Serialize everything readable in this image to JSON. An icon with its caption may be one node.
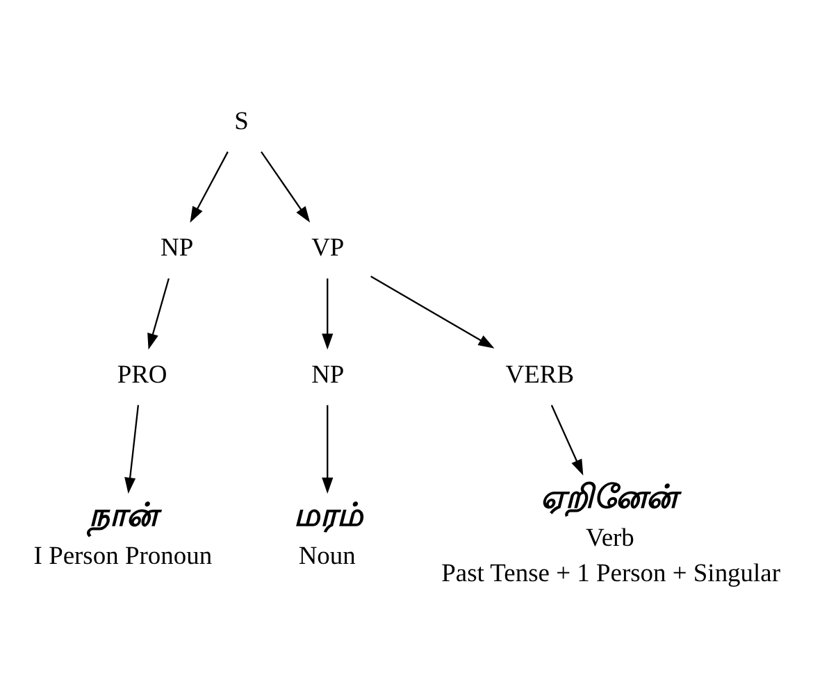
{
  "diagram": {
    "nodes": [
      {
        "text": [
          "S"
        ]
      },
      {
        "text": [
          "NP"
        ]
      },
      {
        "text": [
          "VP"
        ]
      },
      {
        "text": [
          "PRO"
        ]
      },
      {
        "text": [
          "NP"
        ]
      },
      {
        "text": [
          "VERB"
        ]
      },
      {
        "text": [
          "நான்"
        ],
        "beside": [
          "I Person Pronoun"
        ]
      },
      {
        "text": [
          "மரம்"
        ],
        "beside": [
          "Noun"
        ]
      },
      {
        "text": [
          "ஏறினேன்"
        ],
        "beside": [
          "Verb",
          "Past Tense + 1 Person + Singular"
        ]
      }
    ],
    "edges": [
      {
        "from": 0,
        "to": 1,
        "arrow": "to"
      },
      {
        "from": 0,
        "to": 2,
        "arrow": "to"
      },
      {
        "from": 1,
        "to": 3,
        "arrow": "to"
      },
      {
        "from": 2,
        "to": 4,
        "arrow": "to"
      },
      {
        "from": 2,
        "to": 5,
        "arrow": "to"
      },
      {
        "from": 3,
        "to": 6,
        "arrow": "to"
      },
      {
        "from": 4,
        "to": 7,
        "arrow": "to"
      },
      {
        "from": 5,
        "to": 8,
        "arrow": "to"
      }
    ]
  }
}
